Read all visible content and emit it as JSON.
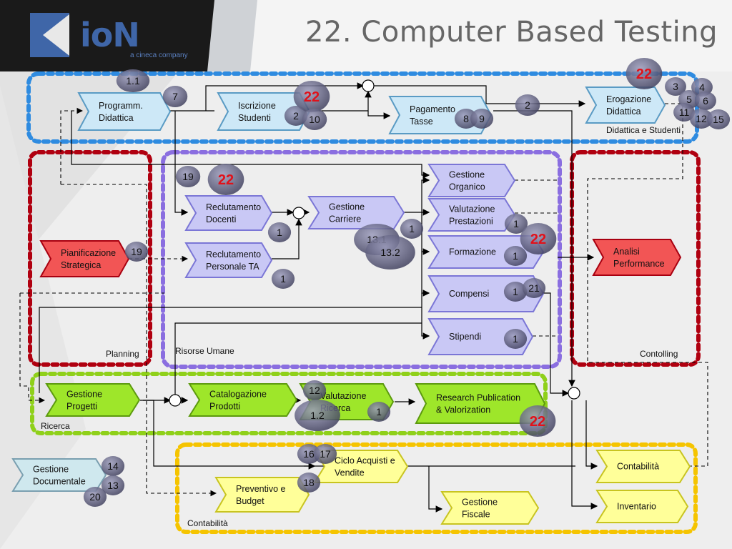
{
  "title": "22. Computer Based Testing",
  "logo": {
    "text": "ioN",
    "tagline": "a cineca company"
  },
  "colors": {
    "blue_group": "#2e8be0",
    "red_group": "#b00010",
    "purple_group": "#8a6ee0",
    "green_group": "#8fd01a",
    "yellow_group": "#f5c400",
    "badge": "#5c5c7a",
    "badge_red_text": "#e0121a"
  },
  "group_labels": {
    "didattica": "Didattica e Studenti",
    "planning": "Planning",
    "risorse": "Risorse Umane",
    "controlling": "Contolling",
    "ricerca": "Ricerca",
    "contabilita": "Contabilità"
  },
  "nodes": [
    {
      "id": "programm",
      "line1": "Programm.",
      "line2": "Didattica",
      "color": "blue"
    },
    {
      "id": "iscrizione",
      "line1": "Iscrizione",
      "line2": "Studenti",
      "color": "blue"
    },
    {
      "id": "pagamento",
      "line1": "Pagamento",
      "line2": "Tasse",
      "color": "blue"
    },
    {
      "id": "erogazione",
      "line1": "Erogazione",
      "line2": "Didattica",
      "color": "blue"
    },
    {
      "id": "gest-org",
      "line1": "Gestione",
      "line2": "Organico",
      "color": "purple"
    },
    {
      "id": "val-prest",
      "line1": "Valutazione",
      "line2": "Prestazioni",
      "color": "purple"
    },
    {
      "id": "formazione",
      "line1": "Formazione",
      "line2": "",
      "color": "purple"
    },
    {
      "id": "compensi",
      "line1": "Compensi",
      "line2": "",
      "color": "purple"
    },
    {
      "id": "stipendi",
      "line1": "Stipendi",
      "line2": "",
      "color": "purple"
    },
    {
      "id": "recl-doc",
      "line1": "Reclutamento",
      "line2": "Docenti",
      "color": "purple"
    },
    {
      "id": "recl-pers",
      "line1": "Reclutamento",
      "line2": "Personale TA",
      "color": "purple"
    },
    {
      "id": "gest-carr",
      "line1": "Gestione",
      "line2": "Carriere",
      "color": "purple"
    },
    {
      "id": "pianif",
      "line1": "Pianificazione",
      "line2": "Strategica",
      "color": "red"
    },
    {
      "id": "analisi",
      "line1": "Analisi",
      "line2": "Performance",
      "color": "red"
    },
    {
      "id": "gest-prog",
      "line1": "Gestione",
      "line2": "Progetti",
      "color": "green"
    },
    {
      "id": "catalog",
      "line1": "Catalogazione",
      "line2": "Prodotti",
      "color": "green"
    },
    {
      "id": "val-ric",
      "line1": "Valutazione",
      "line2": "Ricerca",
      "color": "green"
    },
    {
      "id": "research",
      "line1": "Research Publication",
      "line2": "& Valorization",
      "color": "green"
    },
    {
      "id": "ciclo",
      "line1": "Ciclo Acquisti e",
      "line2": "Vendite",
      "color": "yellow"
    },
    {
      "id": "preventivo",
      "line1": "Preventivo e",
      "line2": "Budget",
      "color": "yellow"
    },
    {
      "id": "gest-fisc",
      "line1": "Gestione",
      "line2": "Fiscale",
      "color": "yellow"
    },
    {
      "id": "contab",
      "line1": "Contabilità",
      "line2": "",
      "color": "yellow"
    },
    {
      "id": "inventario",
      "line1": "Inventario",
      "line2": "",
      "color": "yellow"
    },
    {
      "id": "gest-doc",
      "line1": "Gestione",
      "line2": "Documentale",
      "color": "teal"
    }
  ],
  "badges": [
    {
      "text": "1.1",
      "red": false
    },
    {
      "text": "7",
      "red": false
    },
    {
      "text": "22",
      "red": true
    },
    {
      "text": "2",
      "red": false
    },
    {
      "text": "10",
      "red": false
    },
    {
      "text": "8",
      "red": false
    },
    {
      "text": "9",
      "red": false
    },
    {
      "text": "2",
      "red": false
    },
    {
      "text": "22",
      "red": true
    },
    {
      "text": "3",
      "red": false
    },
    {
      "text": "4",
      "red": false
    },
    {
      "text": "5",
      "red": false
    },
    {
      "text": "6",
      "red": false
    },
    {
      "text": "11",
      "red": false
    },
    {
      "text": "12",
      "red": false
    },
    {
      "text": "15",
      "red": false
    },
    {
      "text": "19",
      "red": false
    },
    {
      "text": "22",
      "red": true
    },
    {
      "text": "1",
      "red": false
    },
    {
      "text": "19",
      "red": false
    },
    {
      "text": "1",
      "red": false
    },
    {
      "text": "1",
      "red": false
    },
    {
      "text": "13.1",
      "red": false
    },
    {
      "text": "13.2",
      "red": false
    },
    {
      "text": "1",
      "red": false
    },
    {
      "text": "22",
      "red": true
    },
    {
      "text": "1",
      "red": false
    },
    {
      "text": "1",
      "red": false
    },
    {
      "text": "21",
      "red": false
    },
    {
      "text": "1",
      "red": false
    },
    {
      "text": "12",
      "red": false
    },
    {
      "text": "1.2",
      "red": false
    },
    {
      "text": "1",
      "red": false
    },
    {
      "text": "22",
      "red": true
    },
    {
      "text": "16",
      "red": false
    },
    {
      "text": "17",
      "red": false
    },
    {
      "text": "18",
      "red": false
    },
    {
      "text": "14",
      "red": false
    },
    {
      "text": "13",
      "red": false
    },
    {
      "text": "20",
      "red": false
    }
  ]
}
